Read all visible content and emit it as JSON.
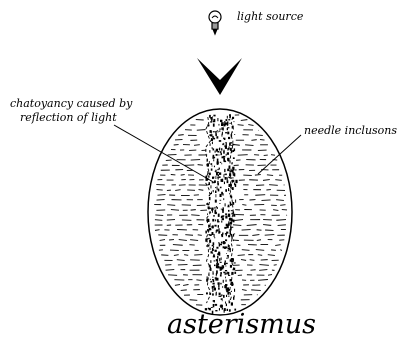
{
  "labels": {
    "light_source": "light source",
    "chatoyancy_line1": "chatoyancy caused by",
    "chatoyancy_line2": "reflection of light",
    "needle_inclusions": "needle inclusons",
    "title": "asterismus"
  },
  "colors": {
    "ink": "#000000",
    "background": "#ffffff"
  },
  "icons": {
    "light": "light-bulb-icon",
    "direction": "down-arrow-icon"
  }
}
